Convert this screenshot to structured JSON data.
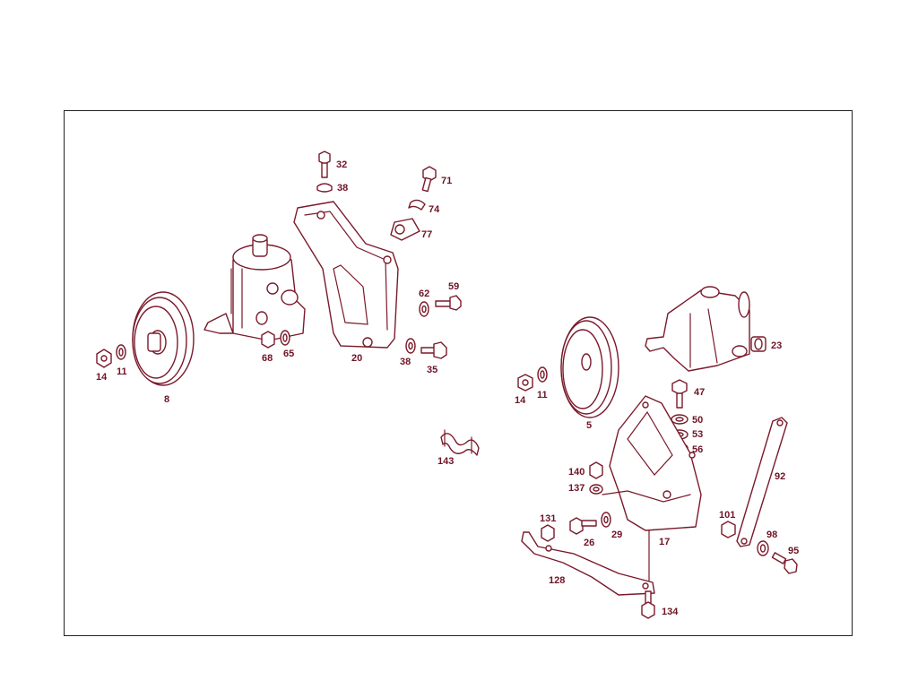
{
  "diagram": {
    "colors": {
      "ink": "#7a1a2a",
      "label": "#6e1426",
      "frame": "#222222",
      "background": "#ffffff"
    },
    "labels": {
      "p32": "32",
      "p38a": "38",
      "p71": "71",
      "p74": "74",
      "p77": "77",
      "p62": "62",
      "p59": "59",
      "p20": "20",
      "p38b": "38",
      "p35": "35",
      "p68": "68",
      "p65": "65",
      "p14a": "14",
      "p11a": "11",
      "p8": "8",
      "p23": "23",
      "p14b": "14",
      "p11b": "11",
      "p5": "5",
      "p47": "47",
      "p50": "50",
      "p53": "53",
      "p56": "56",
      "p143": "143",
      "p92": "92",
      "p140": "140",
      "p137": "137",
      "p131": "131",
      "p26": "26",
      "p29": "29",
      "p17": "17",
      "p101": "101",
      "p98": "98",
      "p95": "95",
      "p128": "128",
      "p134": "134"
    }
  }
}
